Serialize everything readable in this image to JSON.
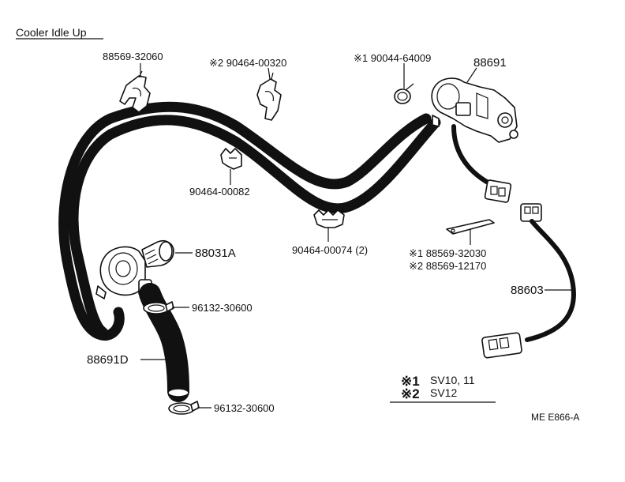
{
  "title": "Cooler Idle Up",
  "drawing_code": "ME E866-A",
  "labels": {
    "clip_top_left": "88569-32060",
    "clip_top_mid": "※2 90464-00320",
    "band_top": "※1 90044-64009",
    "vsv": "88691",
    "clip_mid": "90464-00082",
    "clip_lower": "90464-00074 (2)",
    "bracket_1": "※1 88569-32030",
    "bracket_2": "※2 88569-12170",
    "valve": "88031A",
    "clamp_upper": "96132-30600",
    "hose": "88691D",
    "clamp_lower": "96132-30600",
    "wire_harness": "88603"
  },
  "legend": {
    "mark_1": "※1",
    "text_1": "SV10, 11",
    "mark_2": "※2",
    "text_2": "SV12"
  }
}
